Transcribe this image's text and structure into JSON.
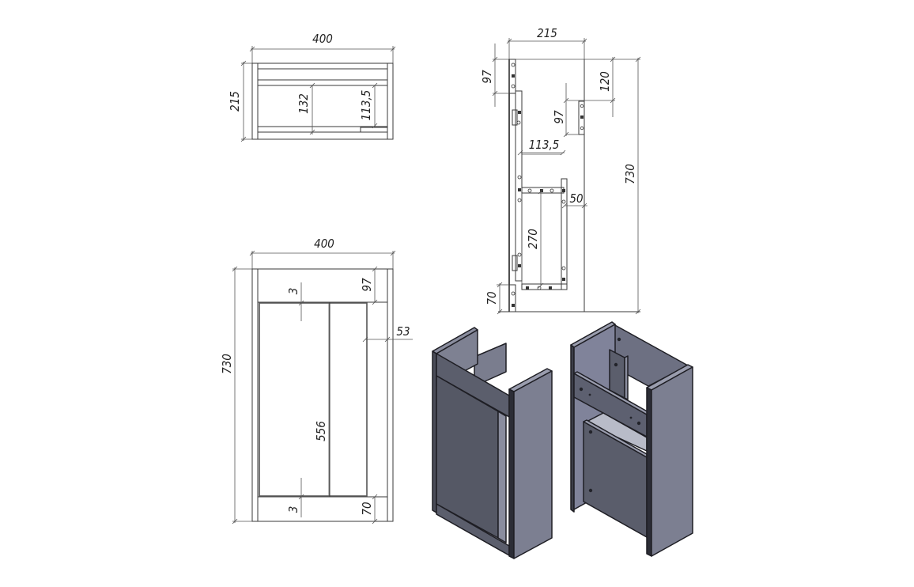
{
  "drawing": {
    "subject": "Vanity cabinet technical drawing",
    "units": "mm"
  },
  "top_view": {
    "width": "400",
    "depth": "215",
    "inner_depth": "132",
    "shelf_depth": "113,5"
  },
  "side_view": {
    "depth": "215",
    "top_rail": "97",
    "top_offset": "120",
    "rail_height": "97",
    "shelf_depth": "113,5",
    "height": "730",
    "back_offset": "50",
    "inner_height": "270",
    "plinth": "70"
  },
  "front_view": {
    "width": "400",
    "height": "730",
    "top_rail": "97",
    "gap_top": "3",
    "door_height": "556",
    "gap_bottom": "3",
    "plinth": "70",
    "side_offset": "53"
  },
  "renders": {
    "front_iso": "Closed cabinet front isometric view",
    "back_iso": "Cabinet back isometric view",
    "panel_color": "#6b6e80",
    "edge_color": "#1e1e24"
  }
}
